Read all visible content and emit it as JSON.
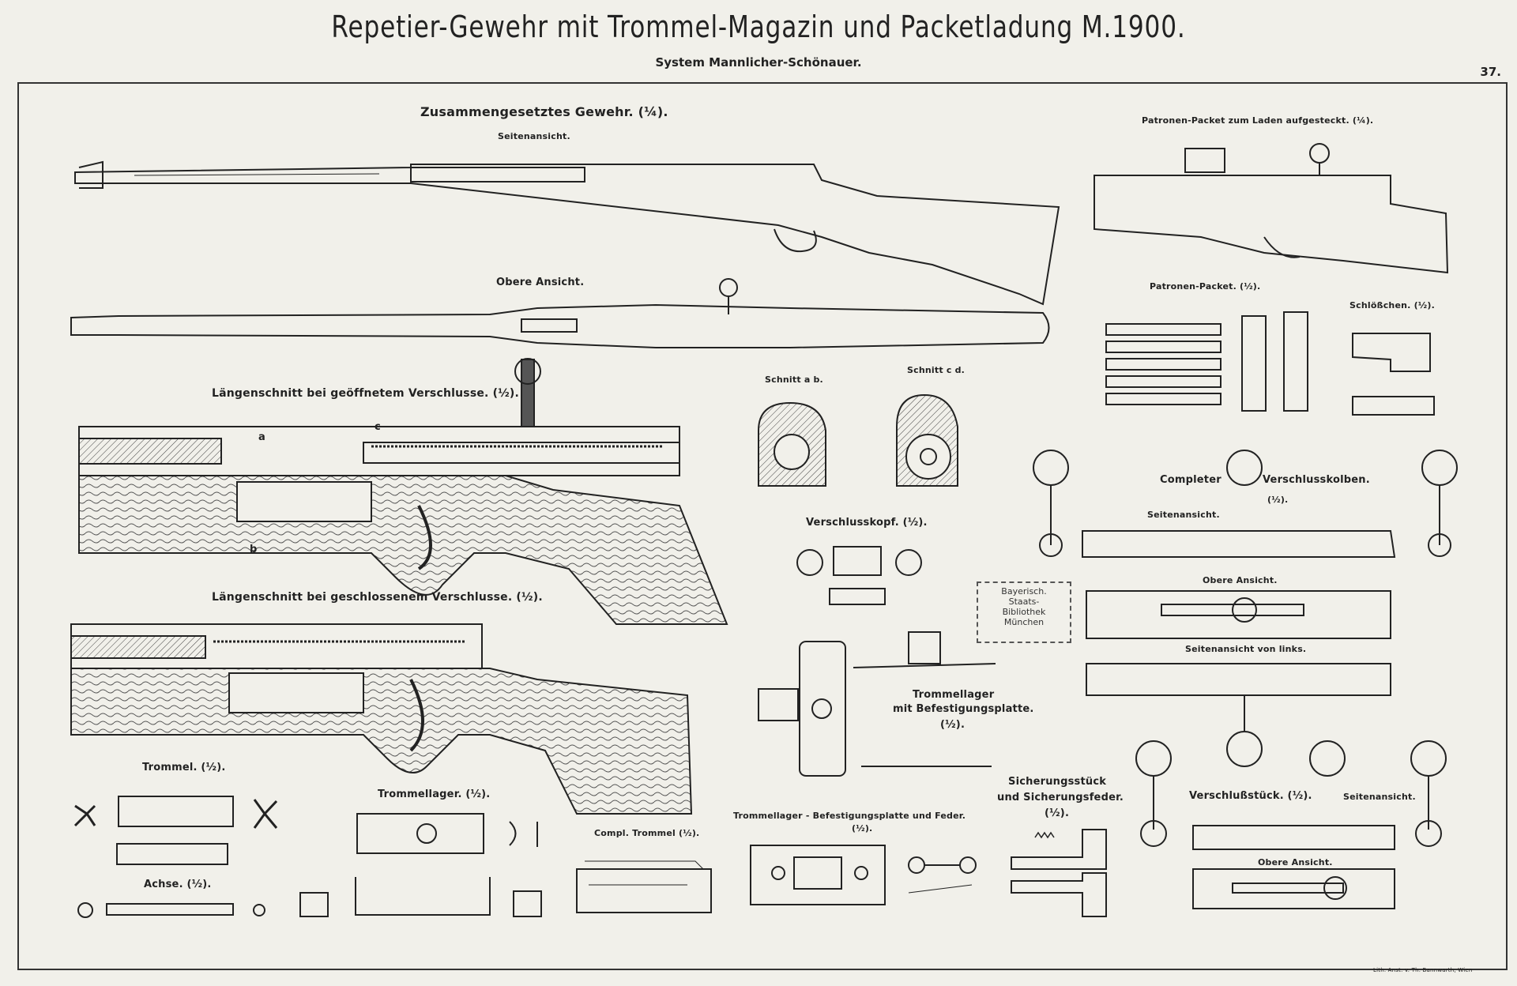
{
  "header": {
    "title": "Repetier-Gewehr mit Trommel-Magazin und Packetladung M.1900.",
    "subtitle": "System Mannlicher-Schönauer.",
    "plate_number": "37."
  },
  "labels": {
    "assembled": "Zusammengesetztes Gewehr. (¼).",
    "side_view": "Seitenansicht.",
    "top_view": "Obere Ansicht.",
    "section_open": "Längenschnitt bei geöffnetem Verschlusse. (½).",
    "section_closed": "Längenschnitt bei geschlossenem Verschlusse. (½).",
    "mark_a": "a",
    "mark_b": "b",
    "mark_c": "c",
    "cut_ab": "Schnitt a b.",
    "cut_cd": "Schnitt c d.",
    "bolt_head": "Verschlusskopf. (½).",
    "packet_loading": "Patronen-Packet zum Laden aufgesteckt. (¼).",
    "packet": "Patronen-Packet. (½).",
    "lock": "Schlößchen. (½).",
    "bolt_complete_1": "Completer",
    "bolt_complete_2": "Verschlusskolben.",
    "bolt_complete_scale": "(½).",
    "bolt_side": "Seitenansicht.",
    "bolt_top": "Obere Ansicht.",
    "bolt_left": "Seitenansicht von links.",
    "drum_bearing_plate_1": "Trommellager",
    "drum_bearing_plate_2": "mit Befestigungsplatte.",
    "drum_bearing_plate_3": "(½).",
    "drum": "Trommel. (½).",
    "drum_bearing": "Trommellager. (½).",
    "axle": "Achse. (½).",
    "drum_complete": "Compl. Trommel (½).",
    "plate_spring_1": "Trommellager - Befestigungsplatte und Feder.",
    "plate_spring_2": "(½).",
    "safety_1": "Sicherungsstück",
    "safety_2": "und Sicherungsfeder.",
    "safety_3": "(½).",
    "breech_piece": "Verschlußstück. (½).",
    "breech_side": "Seitenansicht.",
    "breech_top": "Obere Ansicht.",
    "stamp": [
      "Bayerisch.",
      "Staats-",
      "Bibliothek",
      "München"
    ],
    "imprint": "Lith. Anst. v. Th. Bannwarth, Wien"
  }
}
